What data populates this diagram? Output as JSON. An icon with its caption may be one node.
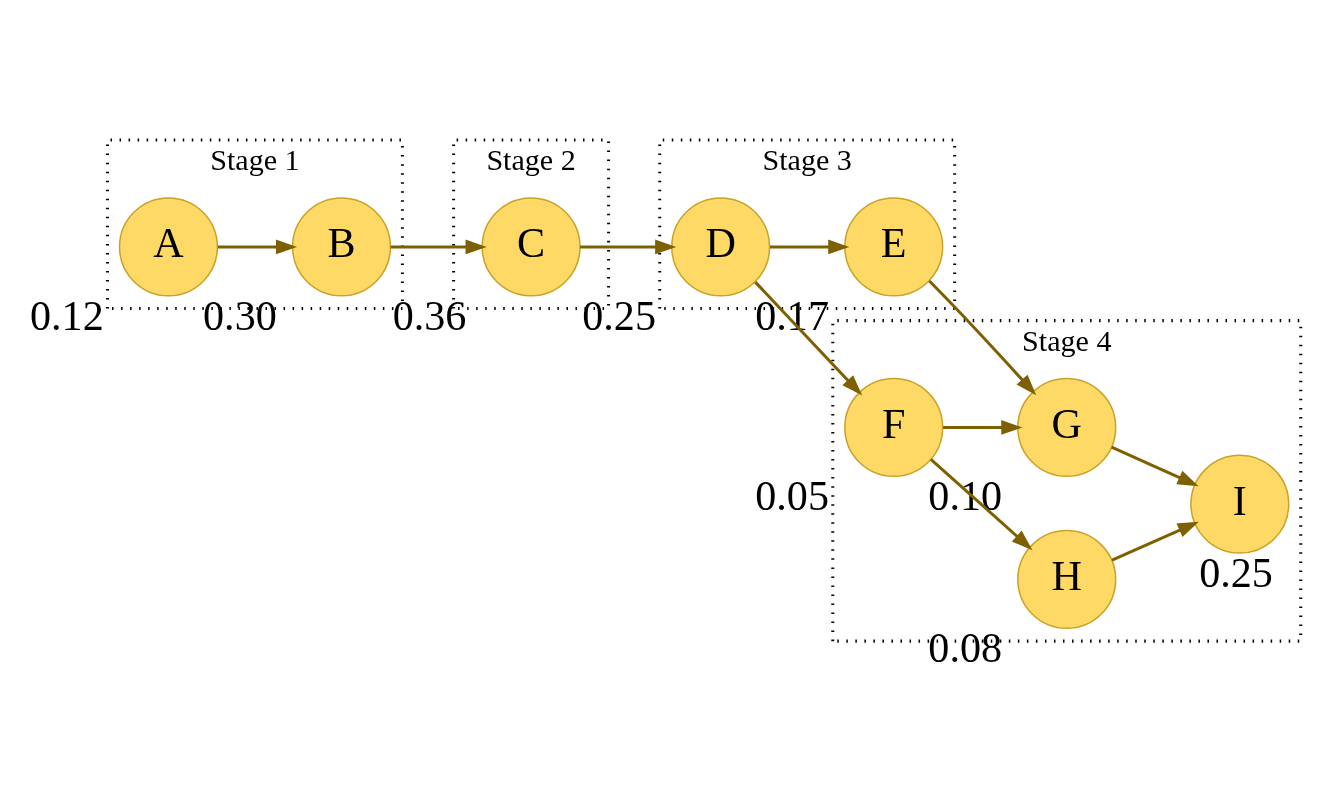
{
  "diagram": {
    "nodes": [
      {
        "text": [
          "Stage 1"
        ]
      },
      {
        "text": [
          "Stage 2"
        ]
      },
      {
        "text": [
          "Stage 3"
        ]
      },
      {
        "text": [
          "Stage 4"
        ]
      },
      {
        "text": [
          "A"
        ],
        "beside": [
          "0.12"
        ],
        "in": 0
      },
      {
        "text": [
          "B"
        ],
        "beside": [
          "0.30"
        ],
        "in": 0
      },
      {
        "text": [
          "C"
        ],
        "beside": [
          "0.36"
        ],
        "in": 1
      },
      {
        "text": [
          "D"
        ],
        "beside": [
          "0.25"
        ],
        "in": 2
      },
      {
        "text": [
          "E"
        ],
        "beside": [
          "0.17"
        ],
        "in": 2
      },
      {
        "text": [
          "F"
        ],
        "beside": [
          "0.05"
        ],
        "in": 3
      },
      {
        "text": [
          "G"
        ],
        "beside": [
          "0.10"
        ],
        "in": 3
      },
      {
        "text": [
          "H"
        ],
        "beside": [
          "0.08"
        ],
        "in": 3
      },
      {
        "text": [
          "I"
        ],
        "beside": [
          "0.25"
        ],
        "in": 3
      }
    ],
    "edges": [
      {
        "from": 4,
        "to": 5,
        "arrow": "to"
      },
      {
        "from": 5,
        "to": 6,
        "arrow": "to"
      },
      {
        "from": 6,
        "to": 7,
        "arrow": "to"
      },
      {
        "from": 7,
        "to": 8,
        "arrow": "to"
      },
      {
        "from": 7,
        "to": 9,
        "arrow": "to"
      },
      {
        "from": 8,
        "to": 10,
        "arrow": "to"
      },
      {
        "from": 9,
        "to": 10,
        "arrow": "to"
      },
      {
        "from": 9,
        "to": 11,
        "arrow": "to"
      },
      {
        "from": 10,
        "to": 12,
        "arrow": "to"
      },
      {
        "from": 11,
        "to": 12,
        "arrow": "to"
      }
    ]
  }
}
